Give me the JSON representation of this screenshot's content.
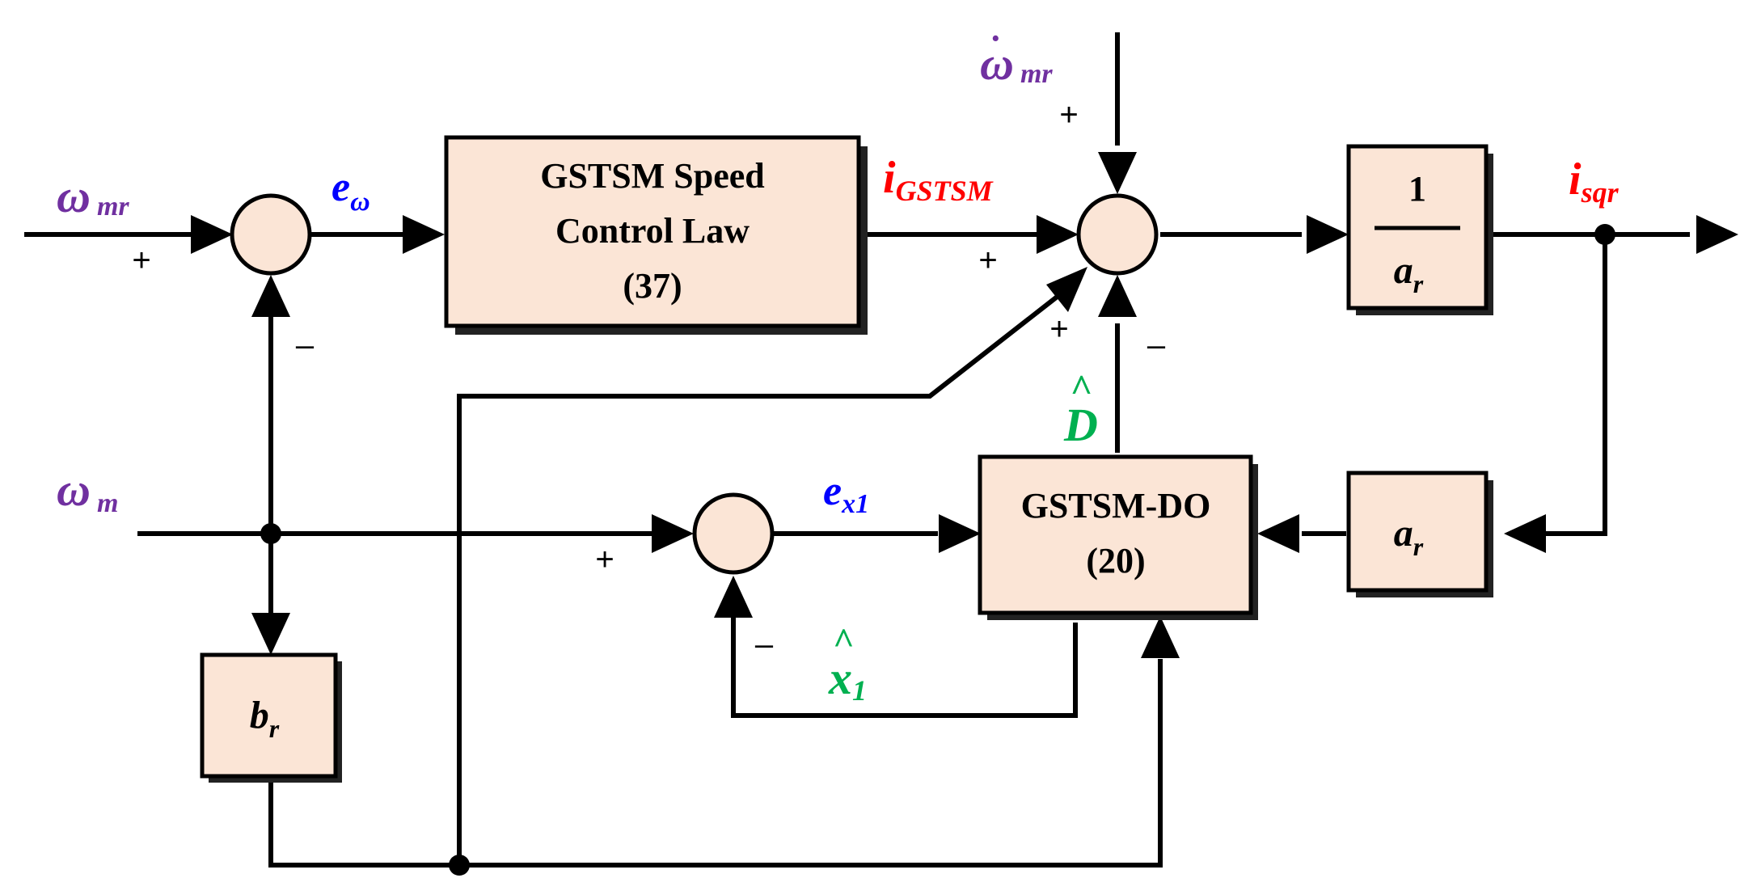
{
  "blocks": {
    "speed_law": [
      "GSTSM Speed",
      "Control Law",
      "(37)"
    ],
    "gain_num": "1",
    "gain_den": {
      "base": "a",
      "sub": "r"
    },
    "ar": {
      "base": "a",
      "sub": "r"
    },
    "br": {
      "base": "b",
      "sub": "r"
    },
    "observer": [
      "GSTSM-DO",
      "(20)"
    ]
  },
  "signals": {
    "omega_mr": {
      "base": "ω",
      "sub": "mr"
    },
    "omega_dot_mr": {
      "base": "ω",
      "sub": "mr",
      "accent": "·"
    },
    "e_omega": {
      "base": "e",
      "sub": "ω"
    },
    "i_gstsm": {
      "base": "i",
      "sub": "GSTSM"
    },
    "i_sqr": {
      "base": "i",
      "sub": "sqr"
    },
    "omega_m": {
      "base": "ω",
      "sub": "m"
    },
    "e_x1": {
      "base": "e",
      "sub": "x1"
    },
    "d_hat": {
      "base": "D",
      "accent": "^"
    },
    "x1_hat": {
      "base": "x",
      "sub": "1",
      "accent": "^"
    }
  },
  "signs": {
    "sum1_left": "+",
    "sum1_bottom": "–",
    "sum2_top": "+",
    "sum2_left": "+",
    "sum2_diag": "+",
    "sum2_bottom": "–",
    "sum3_left": "+",
    "sum3_bottom": "–"
  },
  "colors": {
    "block_fill": "#fbe5d6",
    "purple": "#7030a0",
    "blue": "#0000ff",
    "red": "#ff0000",
    "green": "#00b050"
  }
}
